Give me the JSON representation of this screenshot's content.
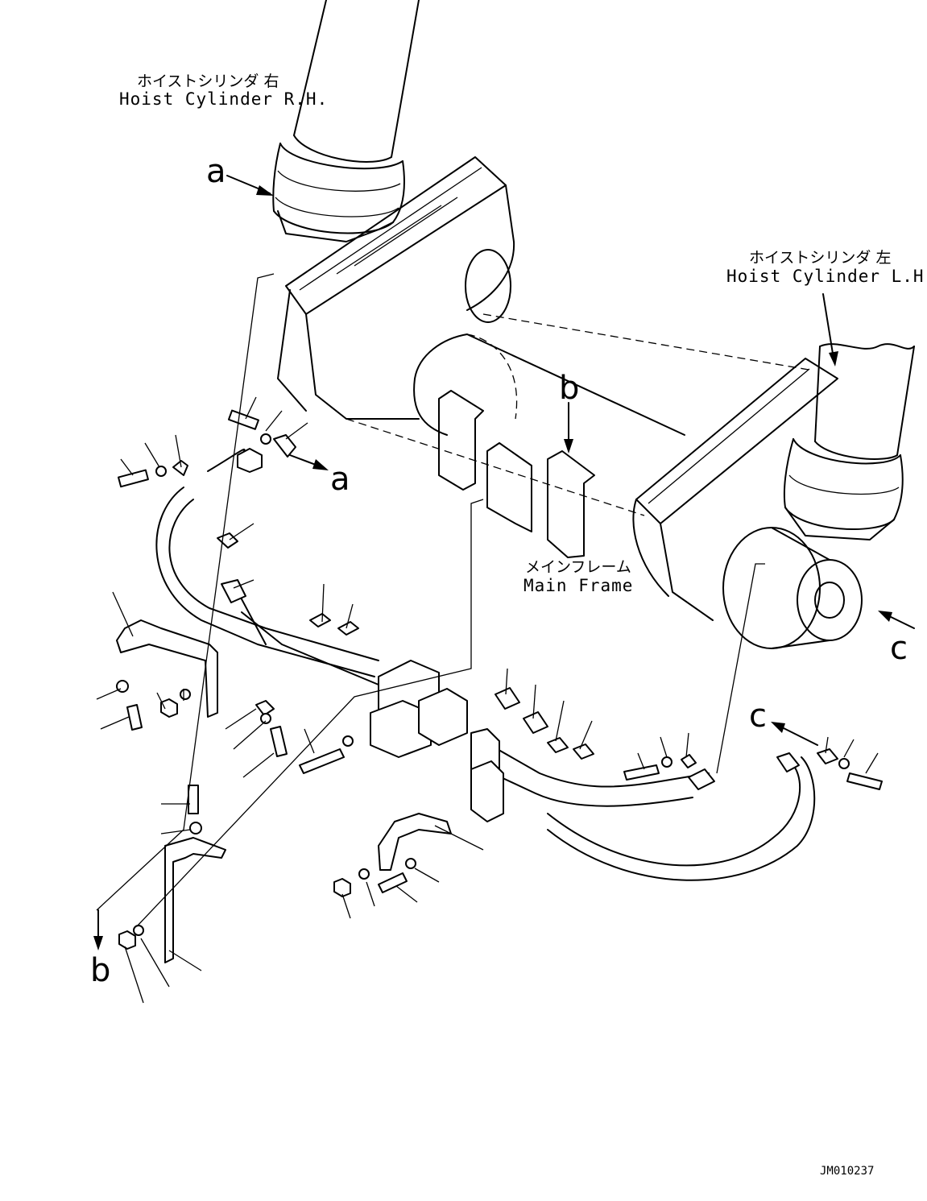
{
  "labels": {
    "hoist_rh_jp": "ホイストシリンダ 右",
    "hoist_rh_en": "Hoist Cylinder R.H.",
    "hoist_lh_jp": "ホイストシリンダ 左",
    "hoist_lh_en": "Hoist Cylinder L.H.",
    "main_frame_jp": "メインフレーム",
    "main_frame_en": "Main Frame",
    "drawing_code": "JM010237"
  },
  "reference_letters": {
    "a": "a",
    "b": "b",
    "c": "c"
  }
}
